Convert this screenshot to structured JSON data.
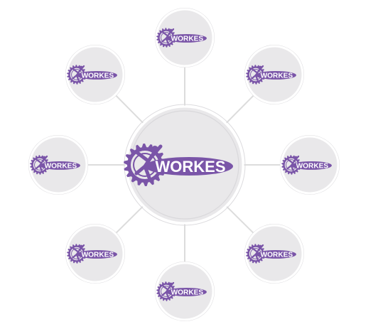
{
  "diagram": {
    "center": {
      "logo_text": "WORKES",
      "icon": "gear-person-logo-icon"
    },
    "satellites": [
      {
        "id": "top",
        "logo_text": "WORKES",
        "icon": "gear-person-logo-icon"
      },
      {
        "id": "top-right",
        "logo_text": "WORKES",
        "icon": "gear-person-logo-icon"
      },
      {
        "id": "right",
        "logo_text": "WORKES",
        "icon": "gear-person-logo-icon"
      },
      {
        "id": "bottom-right",
        "logo_text": "WORKES",
        "icon": "gear-person-logo-icon"
      },
      {
        "id": "bottom",
        "logo_text": "WORKES",
        "icon": "gear-person-logo-icon"
      },
      {
        "id": "bottom-left",
        "logo_text": "WORKES",
        "icon": "gear-person-logo-icon"
      },
      {
        "id": "left",
        "logo_text": "WORKES",
        "icon": "gear-person-logo-icon"
      },
      {
        "id": "top-left",
        "logo_text": "WORKES",
        "icon": "gear-person-logo-icon"
      }
    ],
    "colors": {
      "brand": "#7a55a8",
      "node_fill": "#e9e8ea",
      "connector": "#dcdcdc"
    }
  }
}
